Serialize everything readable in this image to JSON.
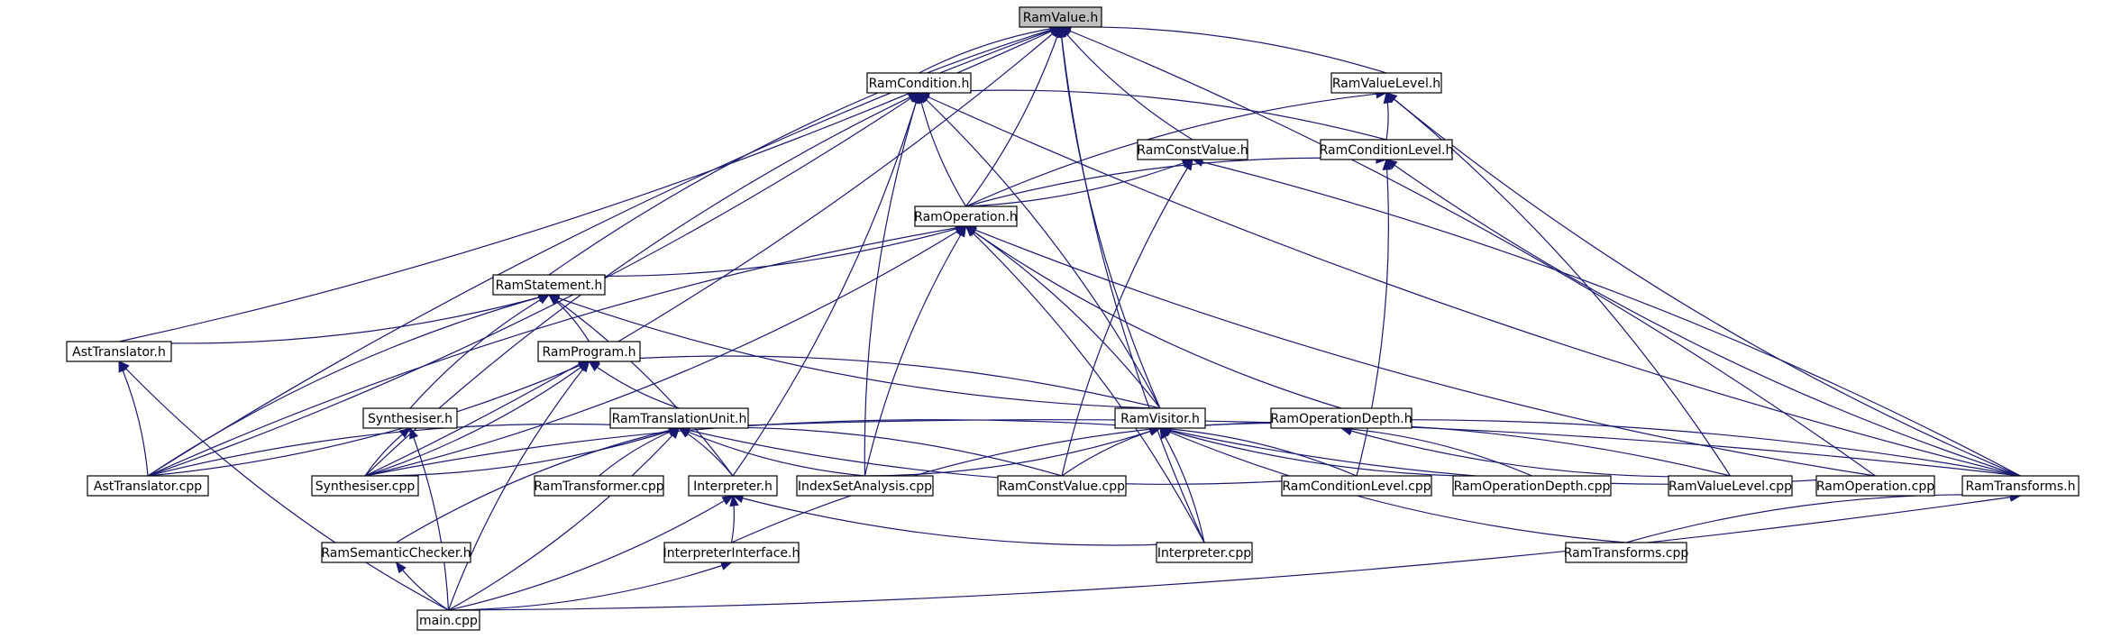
{
  "graph": {
    "root": "RamValue.h",
    "nodes": {
      "ramvalue_h": "RamValue.h",
      "ramcondition_h": "RamCondition.h",
      "ramvaluelevel_h": "RamValueLevel.h",
      "ramconstvalue_h": "RamConstValue.h",
      "ramconditionlevel_h": "RamConditionLevel.h",
      "ramoperation_h": "RamOperation.h",
      "ramstatement_h": "RamStatement.h",
      "asttranslator_h": "AstTranslator.h",
      "ramprogram_h": "RamProgram.h",
      "synthesiser_h": "Synthesiser.h",
      "ramvisitor_h": "RamVisitor.h",
      "ramoperationdepth_h": "RamOperationDepth.h",
      "ramtranslationunit_h": "RamTranslationUnit.h",
      "asttranslator_cpp": "AstTranslator.cpp",
      "synthesiser_cpp": "Synthesiser.cpp",
      "ramtransformer_cpp": "RamTransformer.cpp",
      "interpreter_h": "Interpreter.h",
      "indexsetanalysis_cpp": "IndexSetAnalysis.cpp",
      "ramconstvalue_cpp": "RamConstValue.cpp",
      "ramconditionlevel_cpp": "RamConditionLevel.cpp",
      "ramoperationdepth_cpp": "RamOperationDepth.cpp",
      "ramvaluelevel_cpp": "RamValueLevel.cpp",
      "ramoperation_cpp": "RamOperation.cpp",
      "ramtransforms_h": "RamTransforms.h",
      "ramsemanticchecker_h": "RamSemanticChecker.h",
      "interpreterinterface_h": "InterpreterInterface.h",
      "interpreter_cpp": "Interpreter.cpp",
      "ramtransforms_cpp": "RamTransforms.cpp",
      "main_cpp": "main.cpp"
    },
    "edges": [
      [
        "ramcondition_h",
        "ramvalue_h"
      ],
      [
        "ramvaluelevel_h",
        "ramvalue_h"
      ],
      [
        "ramconstvalue_h",
        "ramvalue_h"
      ],
      [
        "ramoperation_h",
        "ramvalue_h"
      ],
      [
        "ramstatement_h",
        "ramvalue_h"
      ],
      [
        "asttranslator_h",
        "ramvalue_h"
      ],
      [
        "asttranslator_cpp",
        "ramvalue_h"
      ],
      [
        "synthesiser_cpp",
        "ramvalue_h"
      ],
      [
        "ramvisitor_h",
        "ramvalue_h"
      ],
      [
        "ramoperation_cpp",
        "ramvalue_h"
      ],
      [
        "interpreter_cpp",
        "ramvalue_h"
      ],
      [
        "ramconditionlevel_h",
        "ramcondition_h"
      ],
      [
        "ramoperation_h",
        "ramcondition_h"
      ],
      [
        "asttranslator_cpp",
        "ramcondition_h"
      ],
      [
        "synthesiser_cpp",
        "ramcondition_h"
      ],
      [
        "interpreter_h",
        "ramcondition_h"
      ],
      [
        "indexsetanalysis_cpp",
        "ramcondition_h"
      ],
      [
        "ramvisitor_h",
        "ramcondition_h"
      ],
      [
        "ramtransforms_h",
        "ramcondition_h"
      ],
      [
        "ramconditionlevel_h",
        "ramvaluelevel_h"
      ],
      [
        "ramoperation_h",
        "ramvaluelevel_h"
      ],
      [
        "ramvaluelevel_cpp",
        "ramvaluelevel_h"
      ],
      [
        "ramtransforms_h",
        "ramvaluelevel_h"
      ],
      [
        "ramoperation_h",
        "ramconstvalue_h"
      ],
      [
        "ramconstvalue_cpp",
        "ramconstvalue_h"
      ],
      [
        "ramtransforms_h",
        "ramconstvalue_h"
      ],
      [
        "ramoperation_h",
        "ramconditionlevel_h"
      ],
      [
        "ramconditionlevel_cpp",
        "ramconditionlevel_h"
      ],
      [
        "ramtransforms_h",
        "ramconditionlevel_h"
      ],
      [
        "ramstatement_h",
        "ramoperation_h"
      ],
      [
        "asttranslator_cpp",
        "ramoperation_h"
      ],
      [
        "synthesiser_cpp",
        "ramoperation_h"
      ],
      [
        "indexsetanalysis_cpp",
        "ramoperation_h"
      ],
      [
        "ramvisitor_h",
        "ramoperation_h"
      ],
      [
        "ramoperationdepth_h",
        "ramoperation_h"
      ],
      [
        "interpreter_cpp",
        "ramoperation_h"
      ],
      [
        "ramoperation_cpp",
        "ramoperation_h"
      ],
      [
        "asttranslator_h",
        "ramstatement_h"
      ],
      [
        "asttranslator_cpp",
        "ramstatement_h"
      ],
      [
        "ramprogram_h",
        "ramstatement_h"
      ],
      [
        "synthesiser_h",
        "ramstatement_h"
      ],
      [
        "interpreter_h",
        "ramstatement_h"
      ],
      [
        "ramvisitor_h",
        "ramstatement_h"
      ],
      [
        "asttranslator_cpp",
        "asttranslator_h"
      ],
      [
        "main_cpp",
        "asttranslator_h"
      ],
      [
        "asttranslator_cpp",
        "ramprogram_h"
      ],
      [
        "ramtranslationunit_h",
        "ramprogram_h"
      ],
      [
        "synthesiser_cpp",
        "ramprogram_h"
      ],
      [
        "main_cpp",
        "ramprogram_h"
      ],
      [
        "ramvisitor_h",
        "ramprogram_h"
      ],
      [
        "synthesiser_cpp",
        "synthesiser_h"
      ],
      [
        "main_cpp",
        "synthesiser_h"
      ],
      [
        "asttranslator_cpp",
        "ramtranslationunit_h"
      ],
      [
        "synthesiser_cpp",
        "ramtranslationunit_h"
      ],
      [
        "ramtransformer_cpp",
        "ramtranslationunit_h"
      ],
      [
        "interpreter_h",
        "ramtranslationunit_h"
      ],
      [
        "indexsetanalysis_cpp",
        "ramtranslationunit_h"
      ],
      [
        "ramconstvalue_cpp",
        "ramtranslationunit_h"
      ],
      [
        "ramconditionlevel_cpp",
        "ramtranslationunit_h"
      ],
      [
        "ramtransforms_h",
        "ramtranslationunit_h"
      ],
      [
        "ramsemanticchecker_h",
        "ramtranslationunit_h"
      ],
      [
        "main_cpp",
        "ramtranslationunit_h"
      ],
      [
        "synthesiser_cpp",
        "ramvisitor_h"
      ],
      [
        "indexsetanalysis_cpp",
        "ramvisitor_h"
      ],
      [
        "ramconstvalue_cpp",
        "ramvisitor_h"
      ],
      [
        "ramconditionlevel_cpp",
        "ramvisitor_h"
      ],
      [
        "ramoperationdepth_cpp",
        "ramvisitor_h"
      ],
      [
        "ramvaluelevel_cpp",
        "ramvisitor_h"
      ],
      [
        "ramoperation_cpp",
        "ramvisitor_h"
      ],
      [
        "ramtransforms_h",
        "ramvisitor_h"
      ],
      [
        "interpreterinterface_h",
        "ramvisitor_h"
      ],
      [
        "interpreter_cpp",
        "ramvisitor_h"
      ],
      [
        "ramtransforms_cpp",
        "ramvisitor_h"
      ],
      [
        "ramoperationdepth_cpp",
        "ramoperationdepth_h"
      ],
      [
        "ramvaluelevel_cpp",
        "ramoperationdepth_h"
      ],
      [
        "interpreterinterface_h",
        "interpreter_h"
      ],
      [
        "interpreter_cpp",
        "interpreter_h"
      ],
      [
        "main_cpp",
        "interpreter_h"
      ],
      [
        "main_cpp",
        "ramsemanticchecker_h"
      ],
      [
        "main_cpp",
        "interpreterinterface_h"
      ],
      [
        "ramtransforms_cpp",
        "ramtransforms_h"
      ],
      [
        "main_cpp",
        "ramtransforms_h"
      ]
    ]
  },
  "colors": {
    "edge": "#191970",
    "node_fill": "#ffffff",
    "root_fill": "#bfbfbf",
    "border": "#000000"
  }
}
